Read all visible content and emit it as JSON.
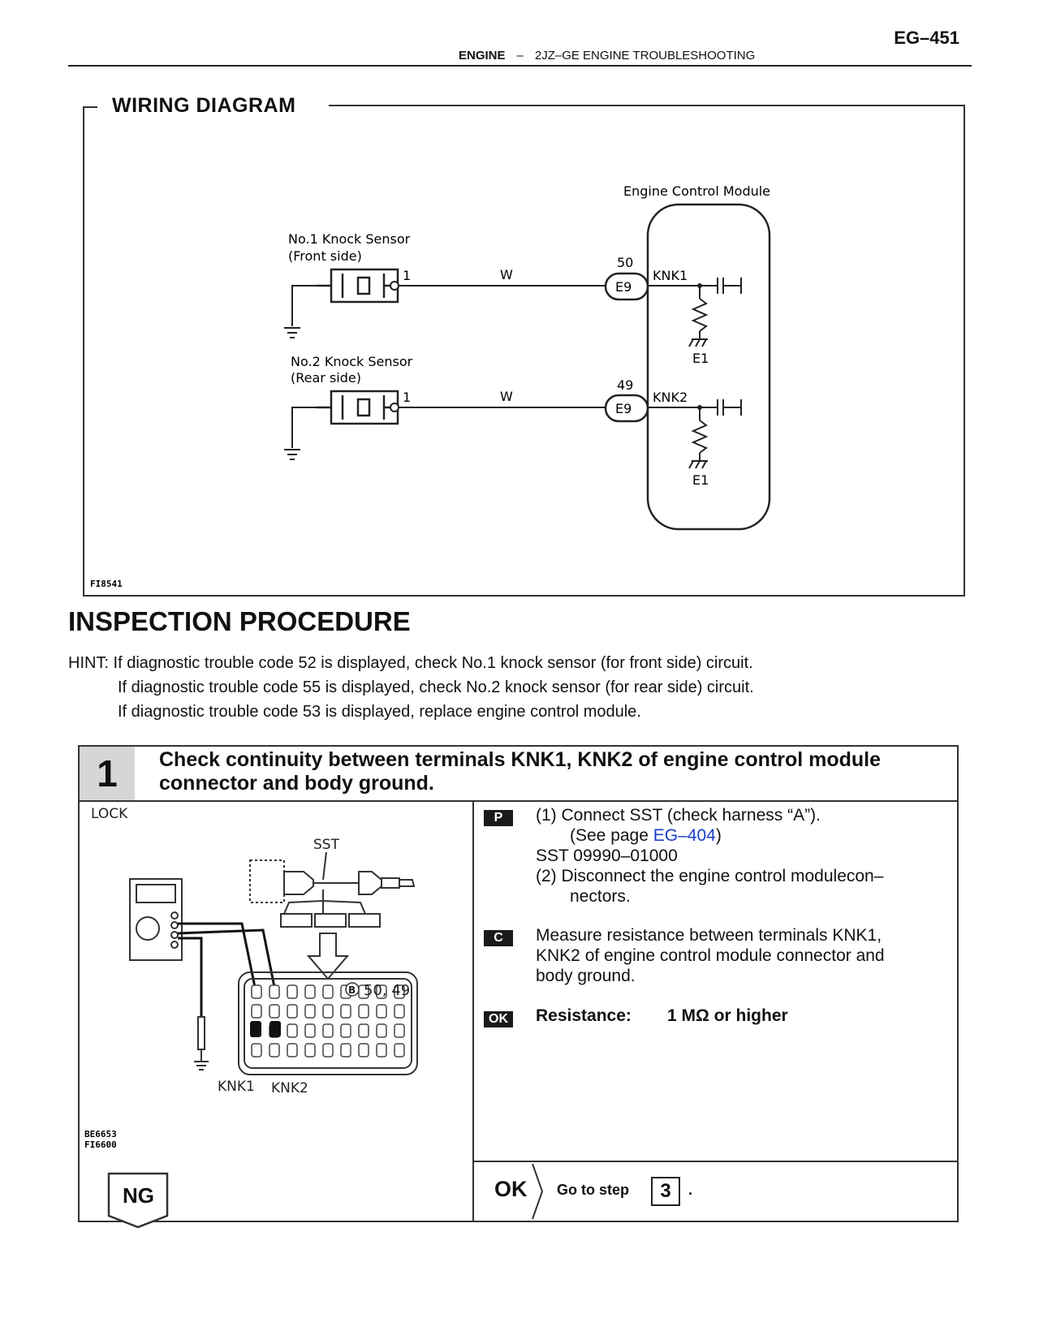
{
  "header": {
    "page_number": "EG–451",
    "section": "ENGINE",
    "separator": "–",
    "subsection": "2JZ–GE ENGINE TROUBLESHOOTING"
  },
  "wiring_diagram": {
    "title": "WIRING DIAGRAM",
    "ecm_label": "Engine Control Module",
    "sensor1_line1": "No.1 Knock Sensor",
    "sensor1_line2": "(Front side)",
    "sensor2_line1": "No.2 Knock Sensor",
    "sensor2_line2": "(Rear side)",
    "sensor_pin": "1",
    "wire_color": "W",
    "pin1": "50",
    "pin2": "49",
    "connector": "E9",
    "terminal1": "KNK1",
    "terminal2": "KNK2",
    "ground_label": "E1",
    "figure_code": "FI8541"
  },
  "inspection": {
    "title": "INSPECTION PROCEDURE",
    "hint_lines": [
      "HINT: If diagnostic trouble code 52 is displayed, check No.1 knock sensor (for front side) circuit.",
      "If diagnostic trouble code 55 is displayed, check No.2 knock sensor (for rear side) circuit.",
      "If diagnostic trouble code 53 is displayed, replace engine control module."
    ]
  },
  "step1": {
    "number": "1",
    "title_line1": "Check continuity between terminals KNK1, KNK2 of engine control module",
    "title_line2": "connector and body ground.",
    "illustration": {
      "lock": "LOCK",
      "sst": "SST",
      "connector_label": "B",
      "pins": "50, 49",
      "knk1": "KNK1",
      "knk2": "KNK2",
      "fig_code1": "BE6653",
      "fig_code2": "FI6600"
    },
    "prep_tag": "P",
    "prep": {
      "item1": "(1)  Connect SST (check harness “A”).",
      "see_prefix": "(See page ",
      "see_link": "EG–404",
      "see_suffix": ")",
      "sst_line": "SST  09990–01000",
      "item2_line1": "(2)  Disconnect the engine control modulecon–",
      "item2_line2": "nectors."
    },
    "check_tag": "C",
    "check_line1": "Measure resistance between terminals KNK1,",
    "check_line2": "KNK2 of engine control module connector and",
    "check_line3": "body ground.",
    "ok_tag": "OK",
    "spec_label": "Resistance:",
    "spec_value": "1 MΩ or higher",
    "result_ok": "OK",
    "goto_text": "Go to step",
    "goto_step": "3",
    "goto_period": ".",
    "result_ng": "NG"
  }
}
